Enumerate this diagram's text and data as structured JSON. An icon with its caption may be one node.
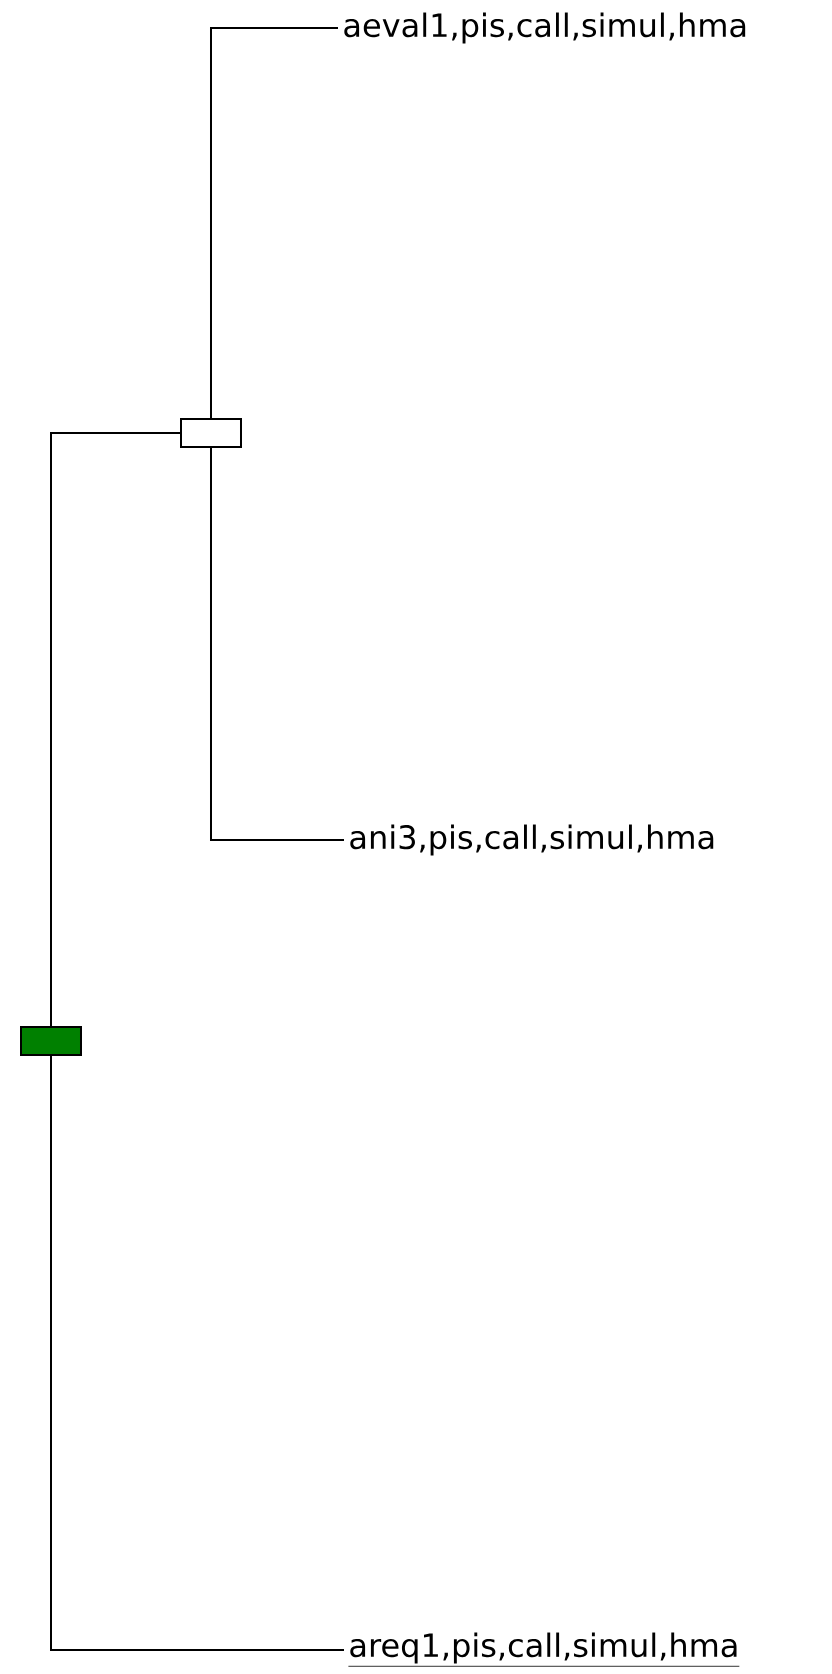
{
  "diagram": {
    "nodes": [
      {
        "text": [],
        "shape": "box"
      },
      {
        "text": [],
        "shape": "box"
      },
      {
        "text": [
          "aeval1,pis,call,simul,hma"
        ]
      },
      {
        "text": [
          "ani3,pis,call,simul,hma"
        ]
      },
      {
        "text": [
          "areq1,pis,call,simul,hma"
        ]
      }
    ],
    "edges": [
      {
        "from": 0,
        "to": 1,
        "arrow": "none"
      },
      {
        "from": 1,
        "to": 2,
        "arrow": "none"
      },
      {
        "from": 1,
        "to": 3,
        "arrow": "none"
      },
      {
        "from": 0,
        "to": 4,
        "arrow": "none"
      }
    ]
  }
}
